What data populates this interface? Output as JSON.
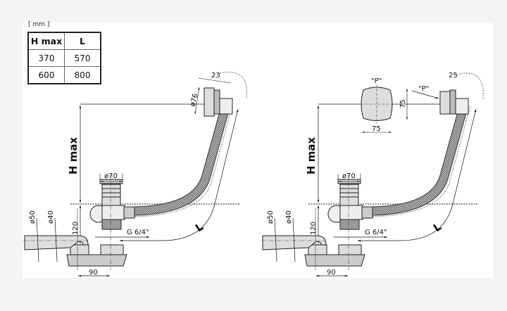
{
  "units": "[ mm ]",
  "table": {
    "headers": [
      "H max",
      "L"
    ],
    "rows": [
      [
        "370",
        "570"
      ],
      [
        "600",
        "800"
      ]
    ]
  },
  "left_drawing": {
    "hmax": "H max",
    "d70": "ø70",
    "d76": "ø76",
    "d50": "ø50",
    "d40": "ø40",
    "dim120": "120",
    "thread": "G 6/4\"",
    "dim90": "90",
    "dim_top": "23",
    "L": "L"
  },
  "right_drawing": {
    "hmax": "H max",
    "d70": "ø70",
    "d50": "ø50",
    "d40": "ø40",
    "dim120": "120",
    "thread": "G 6/4\"",
    "dim90": "90",
    "dim_top": "25",
    "L": "L",
    "cap_label": "\"P\"",
    "arrow_label": "\"P\"",
    "cap_width": "75",
    "cap_height": "75"
  }
}
